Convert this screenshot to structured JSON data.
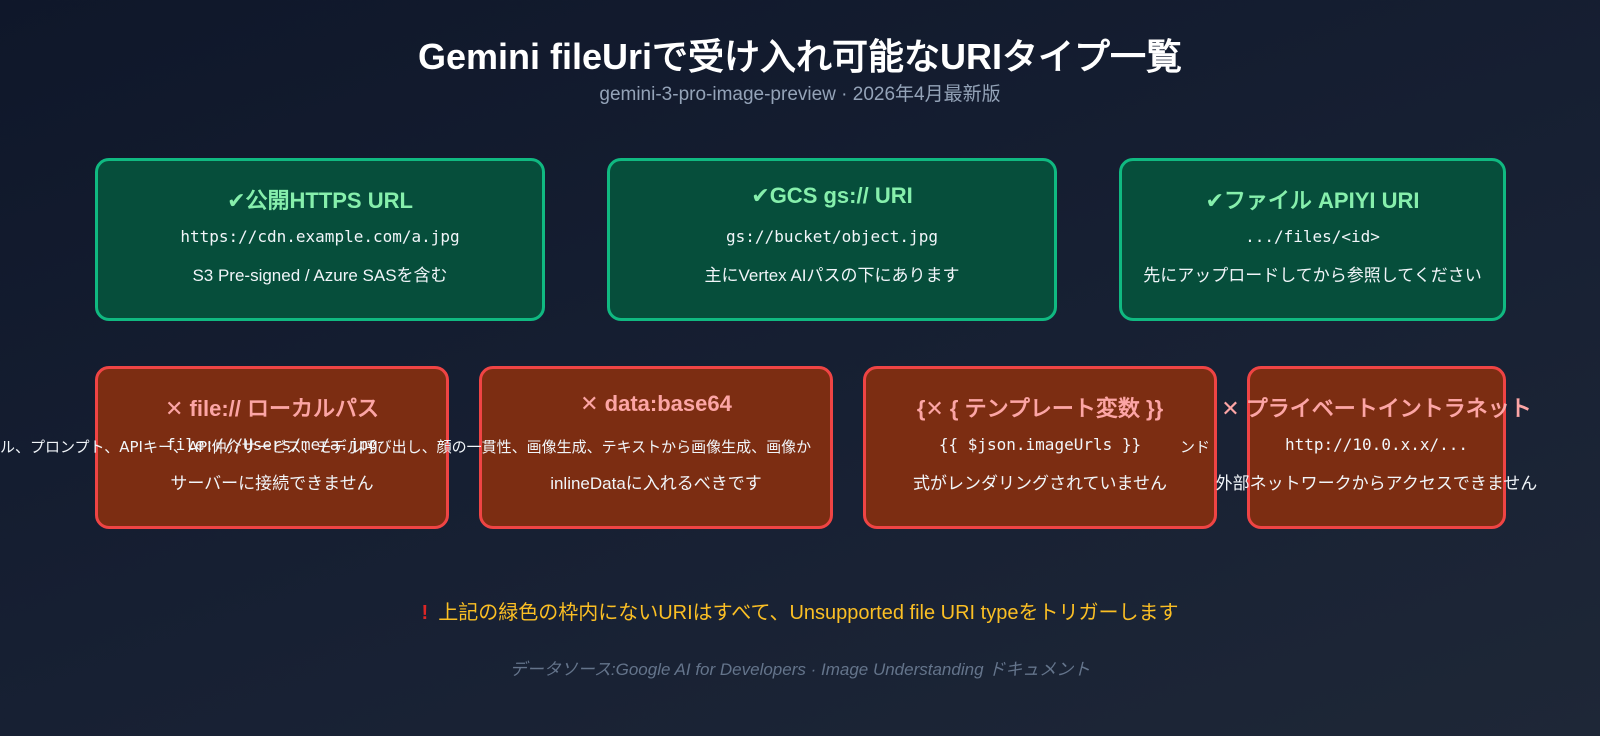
{
  "header": {
    "title": "Gemini fileUriで受け入れ可能なURIタイプ一覧",
    "subtitle": "gemini-3-pro-image-preview · 2026年4月最新版"
  },
  "supported": [
    {
      "title": "✔公開HTTPS URL",
      "code": "https://cdn.example.com/a.jpg",
      "desc": "S3 Pre-signed / Azure SASを含む"
    },
    {
      "title": "✔GCS gs:// URI",
      "code": "gs://bucket/object.jpg",
      "desc": "主にVertex AIパスの下にあります"
    },
    {
      "title": "✔ファイル APIYI URI",
      "code": ".../files/<id>",
      "desc": "先にアップロードしてから参照してください"
    }
  ],
  "unsupported": [
    {
      "title": "✕ file:// ローカルパス",
      "code": "file:///Users/me/a.jpg",
      "desc": "サーバーに接続できません"
    },
    {
      "title": "✕ data:base64",
      "code": "",
      "desc": "inlineDataに入れるべきです"
    },
    {
      "title": "{✕ { テンプレート変数 }}",
      "code": "{{ $json.imageUrls }}",
      "desc": "式がレンダリングされていません"
    },
    {
      "title": "✕ プライベートイントラネット",
      "code": "http://10.0.x.x/...",
      "desc": "外部ネットワークからアクセスできません"
    }
  ],
  "overlay_text": "ル、プロンプト、APIキー、API仲介サービス、モデル呼び出し、顔の一貫性、画像生成、テキストから画像生成、画像か",
  "overlay_text_2": "ンド　　、",
  "warning": {
    "icon": "exclamation-icon",
    "icon_glyph": "!",
    "text": "上記の緑色の枠内にないURIはすべて、Unsupported file URI typeをトリガーします"
  },
  "source": "データソース:Google AI for Developers · Image Understanding ドキュメント",
  "colors": {
    "ok_fill": "#064e3b",
    "ok_border": "#10b981",
    "ok_title": "#86efac",
    "ng_fill": "#7c2d12",
    "ng_border": "#ef4444",
    "ng_title": "#fca5a5",
    "warning": "#fbbf24"
  }
}
